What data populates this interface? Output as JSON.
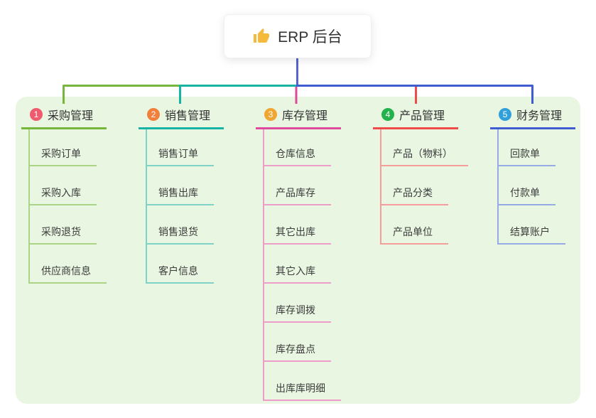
{
  "root": {
    "title": "ERP 后台",
    "icon": "thumbs-up-icon",
    "icon_color": "#f5b93c"
  },
  "colors": {
    "page_bg": "#ffffff",
    "panel_bg": "#e9f6e2",
    "root_connector": "#5365d1"
  },
  "branches": [
    {
      "index": "1",
      "label": "采购管理",
      "badge_color": "#ee5b6e",
      "line_color": "#76b63d",
      "child_line_color": "#abd487",
      "children": [
        "采购订单",
        "采购入库",
        "采购退货",
        "供应商信息"
      ]
    },
    {
      "index": "2",
      "label": "销售管理",
      "badge_color": "#f0803c",
      "line_color": "#17b3a4",
      "child_line_color": "#7fd2c8",
      "children": [
        "销售订单",
        "销售出库",
        "销售退货",
        "客户信息"
      ]
    },
    {
      "index": "3",
      "label": "库存管理",
      "badge_color": "#f0a632",
      "line_color": "#dd4a9b",
      "child_line_color": "#ee9cc9",
      "children": [
        "仓库信息",
        "产品库存",
        "其它出库",
        "其它入库",
        "库存调拨",
        "库存盘点",
        "出库库明细"
      ]
    },
    {
      "index": "4",
      "label": "产品管理",
      "badge_color": "#23b24b",
      "line_color": "#f04b4b",
      "child_line_color": "#f59d9b",
      "children": [
        "产品（物料）",
        "产品分类",
        "产品单位"
      ]
    },
    {
      "index": "5",
      "label": "财务管理",
      "badge_color": "#319fd9",
      "line_color": "#3f5dd1",
      "child_line_color": "#96abe4",
      "children": [
        "回款单",
        "付款单",
        "结算账户"
      ]
    }
  ]
}
